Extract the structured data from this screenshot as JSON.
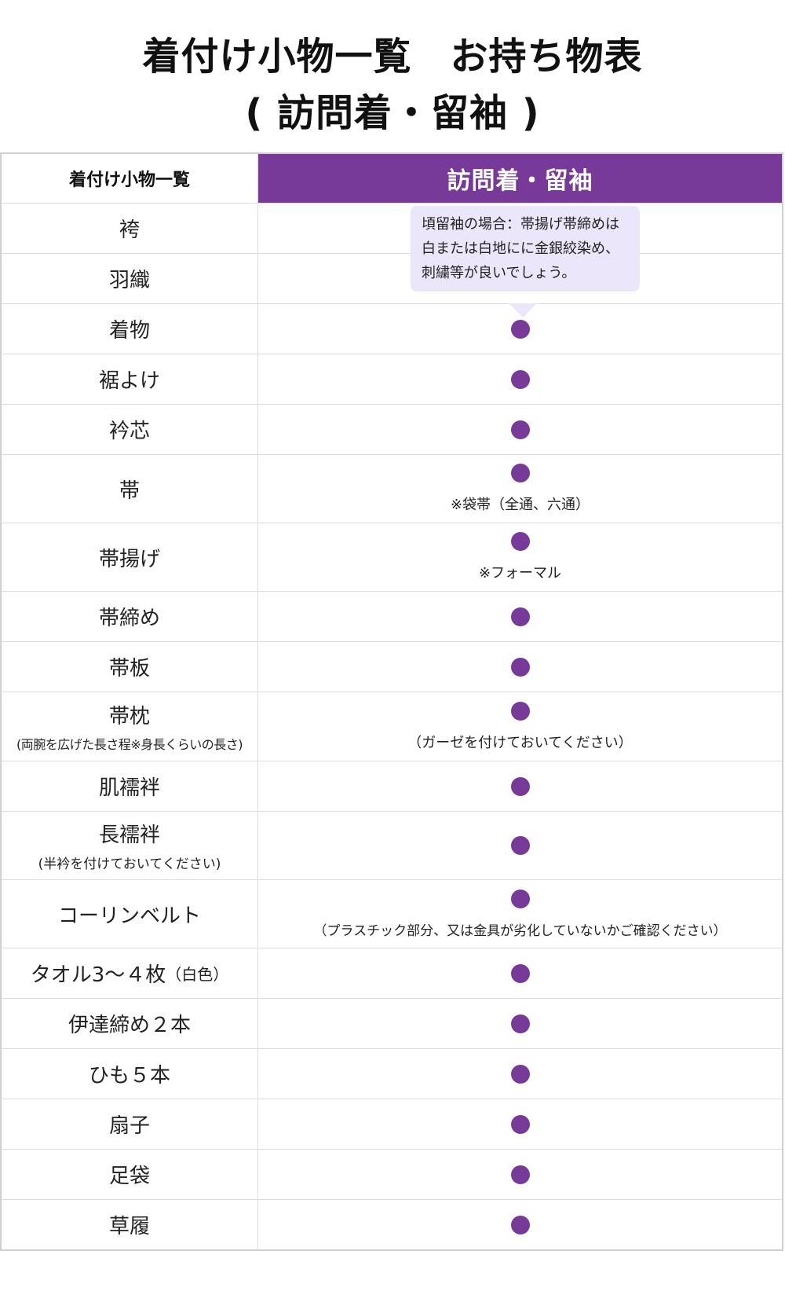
{
  "title": {
    "line1": "着付け小物一覧　お持ち物表",
    "line2": "( 訪問着・留袖 )"
  },
  "colors": {
    "accent": "#773a99",
    "tooltip_bg": "#ebe6fa",
    "border": "#dddddd"
  },
  "table": {
    "header_left": "着付け小物一覧",
    "header_right": "訪問着・留袖",
    "tooltip": "頃留袖の場合：帯揚げ帯締めは白または白地にに金銀絞染め、刺繍等が良いでしょう。",
    "rows": [
      {
        "item": "袴",
        "mark": ""
      },
      {
        "item": "羽織",
        "mark": ""
      },
      {
        "item": "着物",
        "mark": "●"
      },
      {
        "item": "裾よけ",
        "mark": "●"
      },
      {
        "item": "衿芯",
        "mark": "●"
      },
      {
        "item": "帯",
        "mark": "●",
        "note": "※袋帯（全通、六通）"
      },
      {
        "item": "帯揚げ",
        "mark": "●",
        "note": "※フォーマル"
      },
      {
        "item": "帯締め",
        "mark": "●"
      },
      {
        "item": "帯板",
        "mark": "●"
      },
      {
        "item": "帯枕",
        "sub": "(両腕を広げた長さ程※身長くらいの長さ)",
        "mark": "●",
        "note": "（ガーゼを付けておいてください）"
      },
      {
        "item": "肌襦袢",
        "mark": "●"
      },
      {
        "item": "長襦袢",
        "sub": "(半衿を付けておいてください)",
        "mark": "●"
      },
      {
        "item": "コーリンベルト",
        "mark": "●",
        "note": "（プラスチック部分、又は金具が劣化していないかご確認ください）"
      },
      {
        "item": "タオル3〜４枚",
        "item_suffix": "（白色）",
        "mark": "●"
      },
      {
        "item": "伊達締め２本",
        "mark": "●"
      },
      {
        "item": "ひも５本",
        "mark": "●"
      },
      {
        "item": "扇子",
        "mark": "●"
      },
      {
        "item": "足袋",
        "mark": "●"
      },
      {
        "item": "草履",
        "mark": "●"
      }
    ]
  }
}
